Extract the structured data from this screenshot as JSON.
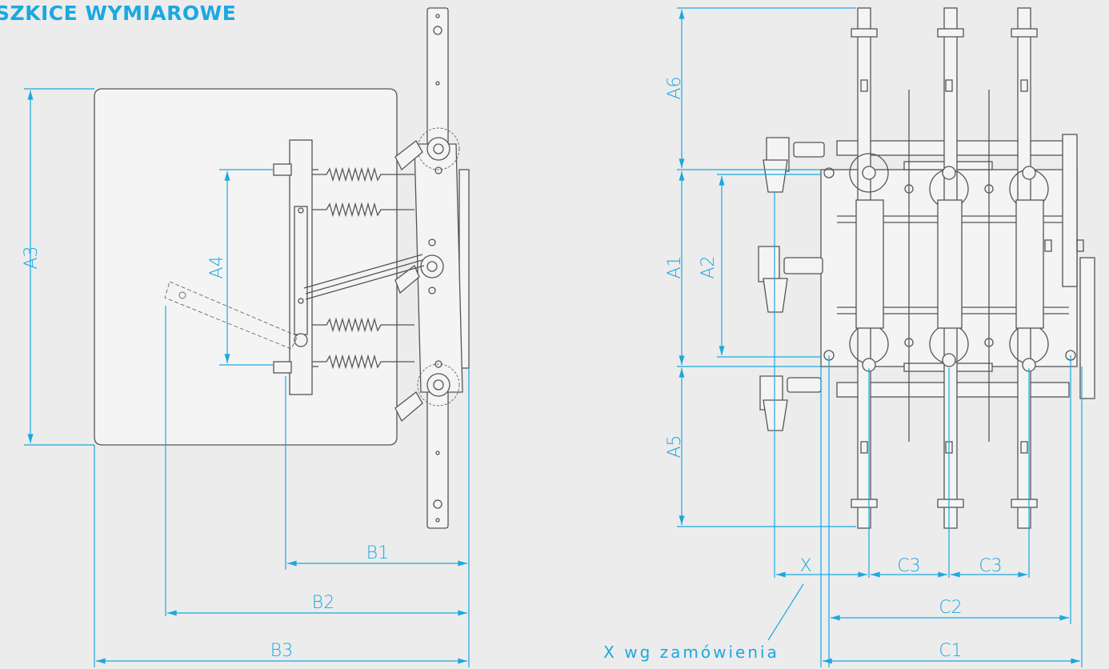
{
  "title": "SZKICE WYMIAROWE",
  "colors": {
    "accent": "#1ba8e0",
    "drawing": "#555555",
    "background": "#ececec"
  },
  "left_view": {
    "labels": {
      "a3": "A3",
      "a4": "A4",
      "b1": "B1",
      "b2": "B2",
      "b3": "B3"
    }
  },
  "right_view": {
    "labels": {
      "a6": "A6",
      "a1": "A1",
      "a2": "A2",
      "a5": "A5",
      "x": "X",
      "c3_left": "C3",
      "c3_right": "C3",
      "c2": "C2",
      "c1": "C1"
    },
    "note": "X wg zamówienia"
  }
}
